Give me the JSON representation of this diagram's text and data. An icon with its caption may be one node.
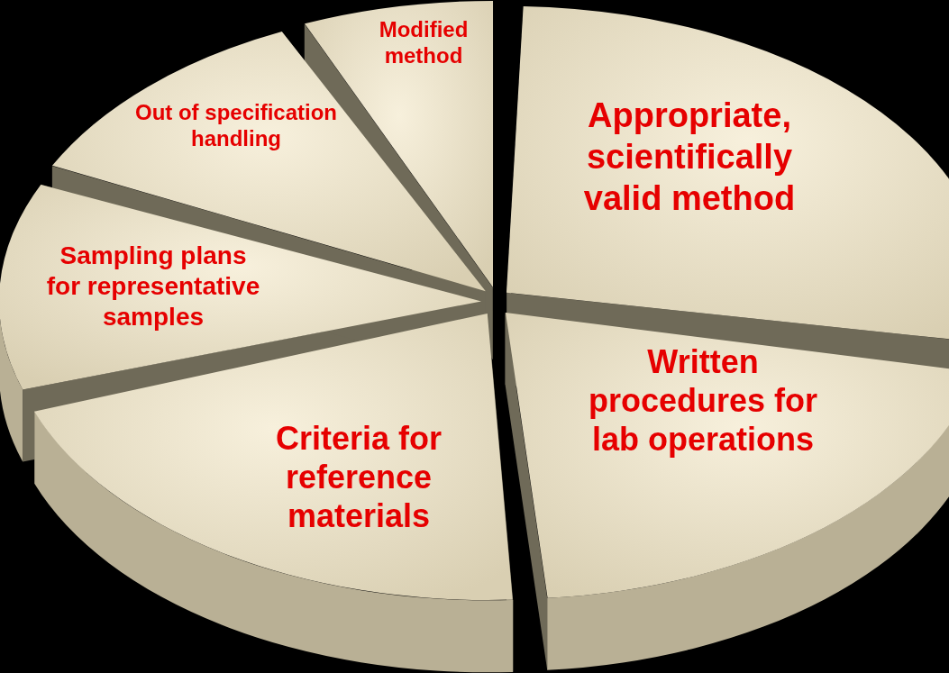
{
  "diagram": {
    "nodes": [
      {
        "text": [
          "Modified method"
        ]
      },
      {
        "text": [
          "Out of specification handling"
        ]
      },
      {
        "text": [
          "Appropriate, scientifically valid method"
        ]
      },
      {
        "text": [
          "Sampling plans for representative samples"
        ]
      },
      {
        "text": [
          "Written procedures for lab operations"
        ]
      },
      {
        "text": [
          "Criteria for reference materials"
        ]
      }
    ]
  }
}
